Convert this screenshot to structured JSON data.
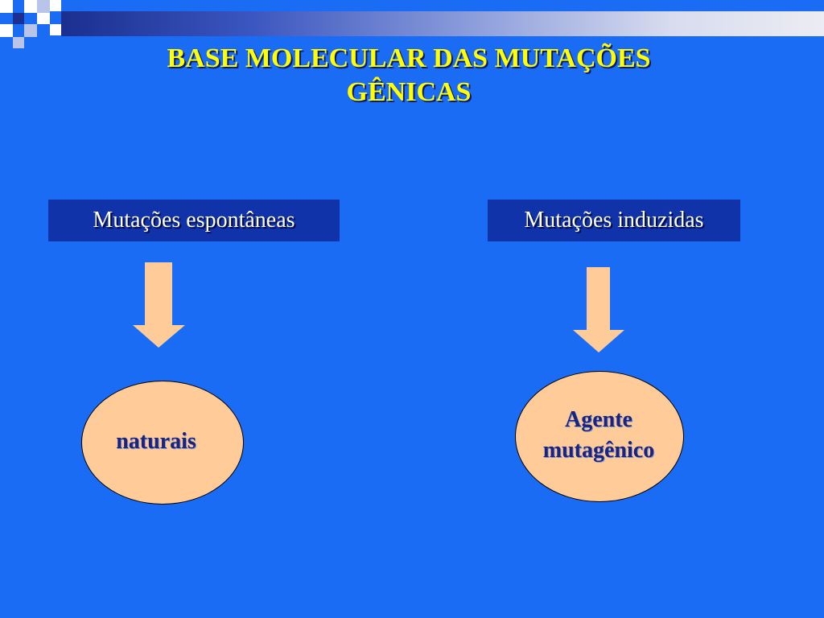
{
  "title": {
    "line1": "BASE MOLECULAR DAS MUTAÇÕES",
    "line2": "GÊNICAS"
  },
  "boxes": {
    "left": "Mutações espontâneas",
    "right": "Mutações induzidas"
  },
  "outcomes": {
    "left": "naturais",
    "right_line1": "Agente",
    "right_line2": "mutagênico"
  },
  "colors": {
    "background": "#1a6cf5",
    "title": "#ffff00",
    "box_fill": "#1133aa",
    "arrow_fill": "#ffcc99",
    "ellipse_fill": "#ffcc99",
    "ellipse_text": "#1a237e"
  }
}
